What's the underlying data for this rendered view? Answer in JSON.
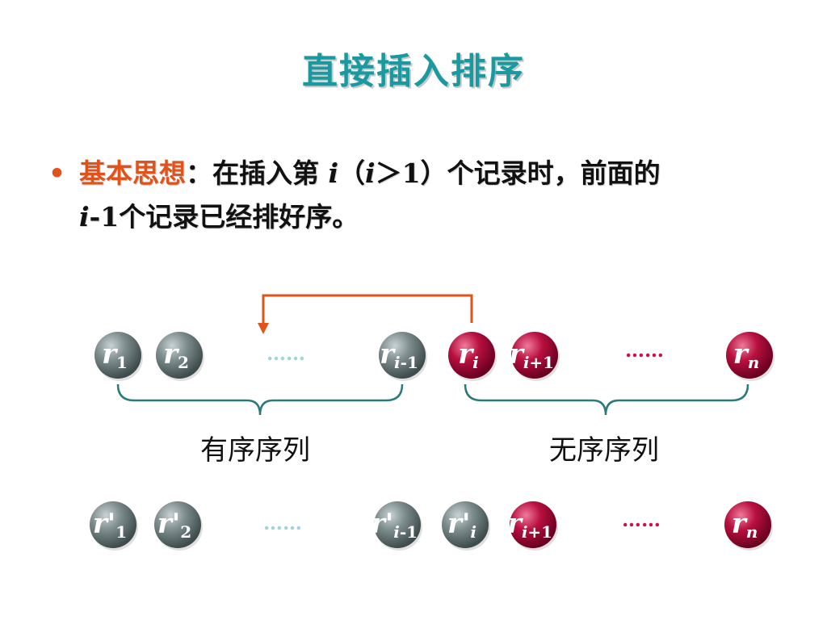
{
  "title": "直接插入排序",
  "bullet": {
    "keyword": "基本思想",
    "colon": "：",
    "line1_a": "在插入第 ",
    "var_i": "i",
    "paren_open": "（",
    "var_i2": "i",
    "gt_one": "＞1）",
    "line1_b": "个记录时，前面的",
    "var_i3": "i",
    "line2": "-1个记录已经排好序。"
  },
  "colors": {
    "title": "#1a9aa0",
    "keyword": "#e0531b",
    "arrow": "#e0531b",
    "brace": "#2a7a7a",
    "gray_ball": "#6f7f80",
    "red_ball": "#b0103c",
    "dots_gray": "#9fd6d8",
    "dots_red": "#cc1050"
  },
  "row1": {
    "balls": [
      {
        "base": "r",
        "sub": "1",
        "prime": "",
        "kind": "gray"
      },
      {
        "base": "r",
        "sub": "2",
        "prime": "",
        "kind": "gray"
      },
      {
        "base": "r",
        "sub": "i-1",
        "prime": "",
        "kind": "gray"
      },
      {
        "base": "r",
        "sub": "i",
        "prime": "",
        "kind": "red"
      },
      {
        "base": "r",
        "sub": "i+1",
        "prime": "",
        "kind": "red"
      },
      {
        "base": "r",
        "sub": "n",
        "prime": "",
        "kind": "red"
      }
    ],
    "dots_left": "……",
    "dots_right": "……"
  },
  "captions": {
    "sorted": "有序序列",
    "unsorted": "无序序列"
  },
  "row2": {
    "balls": [
      {
        "base": "r",
        "sub": "1",
        "prime": "'",
        "kind": "gray"
      },
      {
        "base": "r",
        "sub": "2",
        "prime": "'",
        "kind": "gray"
      },
      {
        "base": "r",
        "sub": "i-1",
        "prime": "'",
        "kind": "gray"
      },
      {
        "base": "r",
        "sub": "i",
        "prime": "'",
        "kind": "gray"
      },
      {
        "base": "r",
        "sub": "i+1",
        "prime": "",
        "kind": "red"
      },
      {
        "base": "r",
        "sub": "n",
        "prime": "",
        "kind": "red"
      }
    ],
    "dots_left": "……",
    "dots_right": "……"
  }
}
